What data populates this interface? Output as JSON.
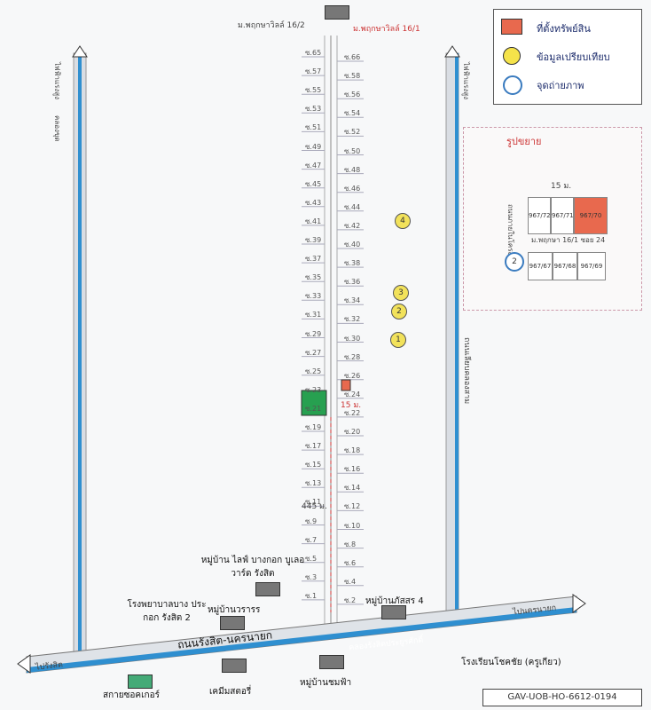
{
  "top_labels": {
    "left_village": "ม.พฤกษาวิลล์ 16/2",
    "right_village": "ม.พฤกษาวิลล์ 16/1"
  },
  "legend": {
    "items": [
      {
        "icon": "subject-property-icon",
        "label": "ที่ตั้งทรัพย์สิน",
        "color": "#e8694e"
      },
      {
        "icon": "comparable-icon",
        "label": "ข้อมูลเปรียบเทียบ",
        "color": "#f5e34a"
      },
      {
        "icon": "photo-point-icon",
        "label": "จุดถ่ายภาพ",
        "color": "#3a7bbf"
      }
    ]
  },
  "roads": {
    "left_vertical": "ไฟฟ้าแรงสูง",
    "left_vertical_2": "คลองขุด",
    "right_vertical": "ไฟฟ้าแรงสูง",
    "right_vertical_2": "ถนนเลียบคลองสาม",
    "main_road": "ถนนรังสิต-นครนายก",
    "main_road_right": "ไปนครนายก",
    "main_road_right2": "คลองรังสิตประยูรศักดิ์",
    "main_road_left": "ไปรังสิต"
  },
  "sois_left": [
    "ซ.65",
    "ซ.57",
    "ซ.55",
    "ซ.53",
    "ซ.51",
    "ซ.49",
    "ซ.47",
    "ซ.45",
    "ซ.43",
    "ซ.41",
    "ซ.39",
    "ซ.37",
    "ซ.35",
    "ซ.33",
    "ซ.31",
    "ซ.29",
    "ซ.27",
    "ซ.25",
    "ซ.23",
    "ซ.21",
    "ซ.19",
    "ซ.17",
    "ซ.15",
    "ซ.13",
    "ซ.11",
    "ซ.9",
    "ซ.7",
    "ซ.5",
    "ซ.3",
    "ซ.1"
  ],
  "sois_right": [
    "ซ.66",
    "ซ.58",
    "ซ.56",
    "ซ.54",
    "ซ.52",
    "ซ.50",
    "ซ.48",
    "ซ.46",
    "ซ.44",
    "ซ.42",
    "ซ.40",
    "ซ.38",
    "ซ.36",
    "ซ.34",
    "ซ.32",
    "ซ.30",
    "ซ.28",
    "ซ.26",
    "ซ.24",
    "ซ.22",
    "ซ.20",
    "ซ.18",
    "ซ.16",
    "ซ.14",
    "ซ.12",
    "ซ.10",
    "ซ.8",
    "ซ.6",
    "ซ.4",
    "ซ.2"
  ],
  "markers": [
    {
      "label": "4"
    },
    {
      "label": "3"
    },
    {
      "label": "2"
    },
    {
      "label": "1"
    }
  ],
  "distances": {
    "d15": "15 ม.",
    "d445": "445 ม."
  },
  "places": {
    "hospital": "โรงพยาบาลบาง ประกอก รังสิต 2",
    "village_life": "หมู่บ้าน ไลฟ์ บางกอก บูเลอวาร์ด รังสิต",
    "village_wara": "หมู่บ้านวรารร",
    "village_pat": "หมู่บ้านภัสสร 4",
    "school": "โรงเรียนโชคชัย (ครูเกียว)",
    "sky": "สกายซอคเกอร์",
    "chem": "เคมีมสตอรี่",
    "chomfa": "หมู่บ้านชมฟ้า"
  },
  "inset": {
    "title": "รูปขยาย",
    "dist": "15 ม.",
    "road_label": "ถนนภายในโครงการ",
    "soi_label": "ม.พฤกษา 16/1 ซอย 24",
    "cells_top": [
      "967/72",
      "967/71",
      "967/70"
    ],
    "cells_bottom": [
      "967/67",
      "967/68",
      "967/69"
    ],
    "marker": "2"
  },
  "code": "GAV-UOB-HO-6612-0194"
}
